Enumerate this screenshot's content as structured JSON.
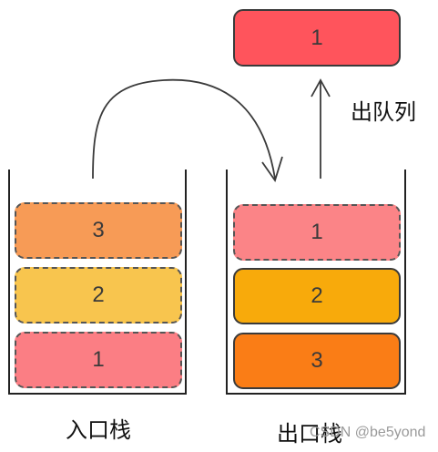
{
  "input_stack": {
    "label": "入口栈",
    "items": [
      {
        "text": "3",
        "color": "#F79B56"
      },
      {
        "text": "2",
        "color": "#F8C54E"
      },
      {
        "text": "1",
        "color": "#FB7E84"
      }
    ]
  },
  "output_stack": {
    "label": "出口栈",
    "items": [
      {
        "text": "1",
        "color": "#FB8487"
      },
      {
        "text": "2",
        "color": "#F8AA0B"
      },
      {
        "text": "3",
        "color": "#FA7D16"
      }
    ]
  },
  "dequeued": {
    "text": "1",
    "color": "#FF545C",
    "label": "出队列"
  },
  "watermark": "CSDN @be5yond"
}
